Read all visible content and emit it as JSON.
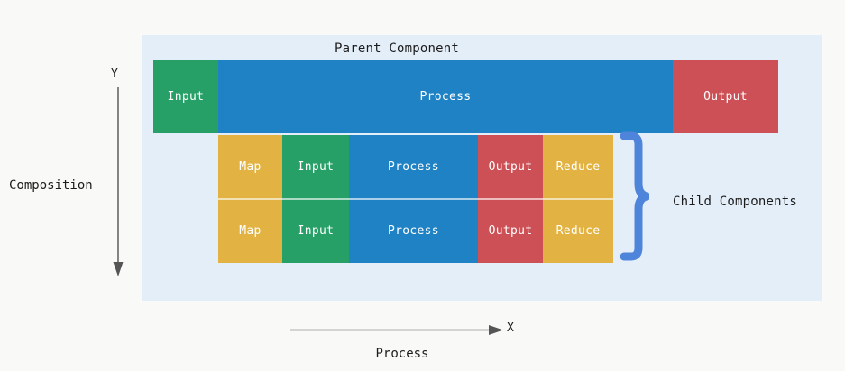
{
  "diagram": {
    "panel_title": "Parent Component",
    "child_group_label": "Child Components",
    "colors": {
      "background": "#f9f9f7",
      "panel": "#e4eef9",
      "green": "#27a067",
      "blue": "#1f82c5",
      "red": "#cc5055",
      "yellow": "#e2b343",
      "brace": "#4e85db",
      "axis": "#666666",
      "text": "#1c1c1c"
    },
    "parent_row": [
      {
        "label": "Input",
        "color": "green"
      },
      {
        "label": "Process",
        "color": "blue"
      },
      {
        "label": "Output",
        "color": "red"
      }
    ],
    "child_rows": [
      {
        "cells": [
          {
            "label": "Map",
            "color": "yellow"
          },
          {
            "label": "Input",
            "color": "green"
          },
          {
            "label": "Process",
            "color": "blue"
          },
          {
            "label": "Output",
            "color": "red"
          },
          {
            "label": "Reduce",
            "color": "yellow"
          }
        ]
      },
      {
        "cells": [
          {
            "label": "Map",
            "color": "yellow"
          },
          {
            "label": "Input",
            "color": "green"
          },
          {
            "label": "Process",
            "color": "blue"
          },
          {
            "label": "Output",
            "color": "red"
          },
          {
            "label": "Reduce",
            "color": "yellow"
          }
        ]
      }
    ],
    "axes": {
      "y_tick_label": "Y",
      "y_axis_title": "Composition",
      "x_tick_label": "X",
      "x_axis_title": "Process"
    }
  }
}
